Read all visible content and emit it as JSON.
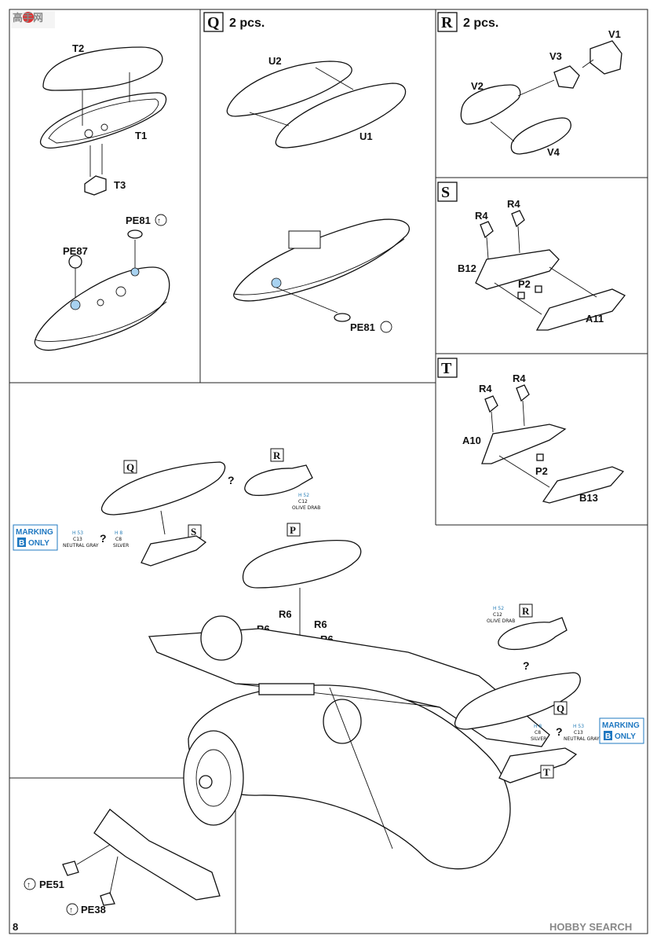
{
  "page_number": "8",
  "watermark_top": "高手网",
  "watermark_bottom": "HOBBY SEARCH",
  "steps": {
    "P": {
      "letter": "P"
    },
    "Q": {
      "letter": "Q",
      "qty": "2 pcs."
    },
    "R": {
      "letter": "R",
      "qty": "2 pcs."
    },
    "S": {
      "letter": "S"
    },
    "T": {
      "letter": "T"
    }
  },
  "parts": {
    "T2": "T2",
    "T1": "T1",
    "T3": "T3",
    "PE81": "PE81",
    "PE87": "PE87",
    "U2": "U2",
    "U1": "U1",
    "V1": "V1",
    "V2": "V2",
    "V3": "V3",
    "V4": "V4",
    "R4": "R4",
    "B12": "B12",
    "P2": "P2",
    "A11": "A11",
    "A10": "A10",
    "B13": "B13",
    "R6": "R6",
    "PE51": "PE51",
    "PE38": "PE38"
  },
  "paint_callouts": {
    "olive_drab": {
      "h": "H 52",
      "c": "C12",
      "name": "OLIVE DRAB"
    },
    "silver": {
      "h": "H 8",
      "c": "C8",
      "name": "SILVER"
    },
    "neutral_gray": {
      "h": "H 53",
      "c": "C13",
      "name": "NEUTRAL GRAY"
    }
  },
  "marking_note": {
    "line1": "MARKING",
    "letter": "B",
    "line2": "ONLY"
  },
  "choice_symbol": "?",
  "colors": {
    "paint_blue": "#2a7fb8",
    "marking_blue": "#1f78c1",
    "highlight": "#a8d2f0"
  }
}
